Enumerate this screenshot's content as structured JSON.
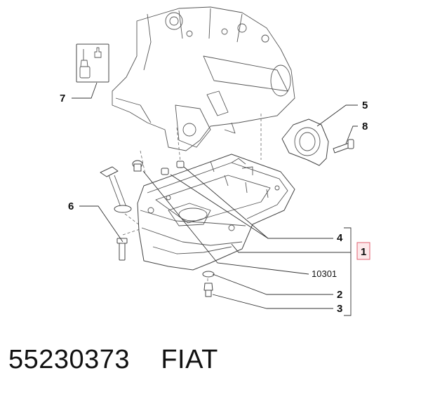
{
  "callouts": {
    "c1": "1",
    "c2": "2",
    "c3": "3",
    "c4": "4",
    "c5": "5",
    "c6": "6",
    "c7": "7",
    "c8": "8",
    "ref": "10301"
  },
  "caption": {
    "part_number": "55230373",
    "brand": "FIAT"
  },
  "colors": {
    "highlight_border": "#e06070",
    "highlight_fill": "#fde8ea"
  }
}
